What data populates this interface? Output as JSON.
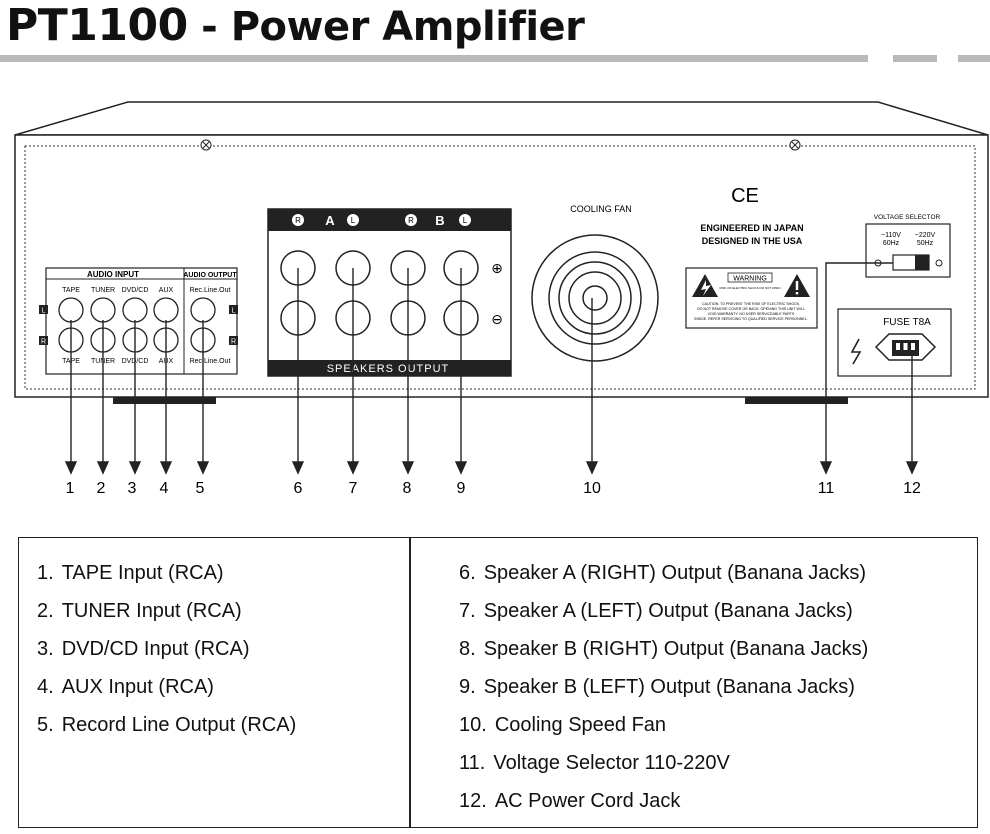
{
  "header": {
    "model": "PT1100",
    "separator": "-",
    "subtitle": "Power Amplifier"
  },
  "panel": {
    "audio_input_label": "AUDIO INPUT",
    "audio_output_label": "AUDIO OUTPUT",
    "input_columns": [
      "TAPE",
      "TUNER",
      "DVD/CD",
      "AUX"
    ],
    "output_column": "Rec.Line.Out",
    "channel_left": "L",
    "channel_right": "R",
    "speaker_group_a": "A",
    "speaker_group_b": "B",
    "speakers_output_label": "SPEAKERS OUTPUT",
    "plus_symbol": "⊕",
    "minus_symbol": "⊖",
    "cooling_fan_label": "COOLING FAN",
    "ce_mark": "CE",
    "engineered_line": "ENGINEERED IN JAPAN",
    "designed_line": "DESIGNED IN THE USA",
    "warning_title": "WARNING",
    "warning_subtitle": "RISK OF ELECTRIC SHOCK DO NOT OPEN",
    "warning_text_1": "CAUTION: TO PREVENT THE RISK OF ELECTRIC SHOCK,",
    "warning_text_2": "DO NOT REMOVE COVER OR BACK. OPENING THIS UNIT WILL",
    "warning_text_3": "VOID WARRANTY. NO USER SERVICEABLE PARTS",
    "warning_text_4": "INSIDE. REFER SERVICING TO QUALIFIED SERVICE PERSONNEL.",
    "voltage_selector_label": "VOLTAGE SELECTOR",
    "voltage_left_1": "~110V",
    "voltage_left_2": "60Hz",
    "voltage_right_1": "~220V",
    "voltage_right_2": "50Hz",
    "fuse_label": "FUSE T8A"
  },
  "callouts": [
    "1",
    "2",
    "3",
    "4",
    "5",
    "6",
    "7",
    "8",
    "9",
    "10",
    "11",
    "12"
  ],
  "legend": {
    "left": [
      {
        "num": "1.",
        "text": "TAPE  Input (RCA)"
      },
      {
        "num": "2.",
        "text": "TUNER  Input (RCA)"
      },
      {
        "num": "3.",
        "text": "DVD/CD  Input  (RCA)"
      },
      {
        "num": "4.",
        "text": "AUX  Input  (RCA)"
      },
      {
        "num": "5.",
        "text": "Record  Line  Output (RCA)"
      }
    ],
    "right": [
      {
        "num": "6.",
        "text": "Speaker A  (RIGHT)  Output  (Banana Jacks)"
      },
      {
        "num": "7.",
        "text": "Speaker A  (LEFT)  Output (Banana Jacks)"
      },
      {
        "num": "8.",
        "text": "Speaker B  (RIGHT)  Output (Banana Jacks)"
      },
      {
        "num": "9.",
        "text": "Speaker B (LEFT)  Output (Banana Jacks)"
      },
      {
        "num": "10.",
        "text": "Cooling Speed Fan"
      },
      {
        "num": "11.",
        "text": "Voltage  Selector 110-220V"
      },
      {
        "num": "12.",
        "text": "AC  Power  Cord  Jack"
      }
    ]
  }
}
